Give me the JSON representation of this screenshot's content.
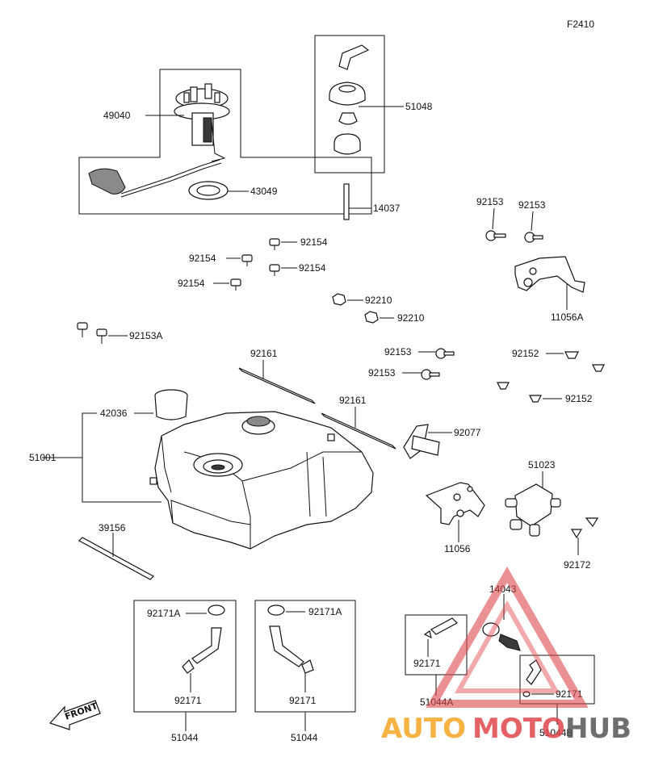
{
  "figure_code": "F2410",
  "labels": {
    "p49040": "49040",
    "p43049": "43049",
    "p51048": "51048",
    "p14037": "14037",
    "p92153_a": "92153",
    "p92153_b": "92153",
    "p92154_a": "92154",
    "p92154_b": "92154",
    "p92154_c": "92154",
    "p92154_d": "92154",
    "p11056a": "11056A",
    "p92210_a": "92210",
    "p92210_b": "92210",
    "p92153a": "92153A",
    "p92161_a": "92161",
    "p92161_b": "92161",
    "p92153_c": "92153",
    "p92153_d": "92153",
    "p92152_a": "92152",
    "p92152_b": "92152",
    "p42036": "42036",
    "p51001": "51001",
    "p92077": "92077",
    "p51023": "51023",
    "p11056": "11056",
    "p39156": "39156",
    "p92172": "92172",
    "p14043": "14043",
    "p92171a_l": "92171A",
    "p92171a_r": "92171A",
    "p92171_l": "92171",
    "p92171_r": "92171",
    "p92171_c": "92171",
    "p92171_rr": "92171",
    "p51044_l": "51044",
    "p51044_r": "51044",
    "p51044a": "51044A",
    "p51044b": "51044B"
  },
  "front_arrow": "FRONT",
  "watermark": {
    "part1": "AUTO",
    "part2": "MOTO",
    "part3": "HUB",
    "color1": "#f5a623",
    "color2": "#e0474c",
    "color3": "#555555"
  }
}
